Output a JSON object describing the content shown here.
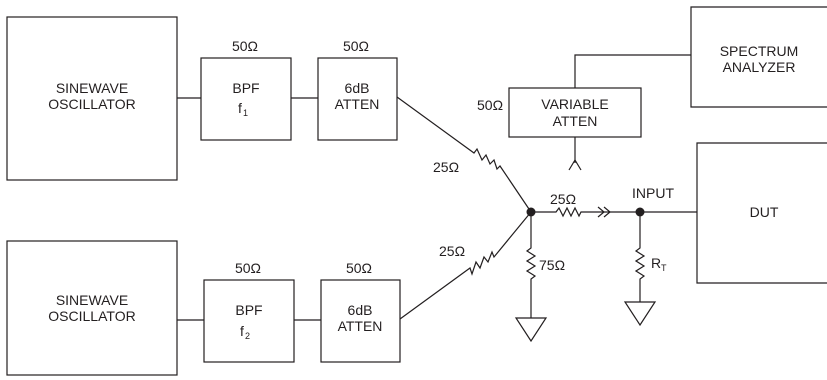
{
  "osc_top": {
    "line1": "SINEWAVE",
    "line2": "OSCILLATOR"
  },
  "osc_bottom": {
    "line1": "SINEWAVE",
    "line2": "OSCILLATOR"
  },
  "bpf_top": {
    "impedance": "50Ω",
    "label": "BPF",
    "freq": "f",
    "freq_sub": "1"
  },
  "bpf_bottom": {
    "impedance": "50Ω",
    "label": "BPF",
    "freq": "f",
    "freq_sub": "2"
  },
  "atten_top": {
    "impedance": "50Ω",
    "line1": "6dB",
    "line2": "ATTEN"
  },
  "atten_bottom": {
    "impedance": "50Ω",
    "line1": "6dB",
    "line2": "ATTEN"
  },
  "variable_atten": {
    "impedance": "50Ω",
    "line1": "VARIABLE",
    "line2": "ATTEN"
  },
  "spectrum_analyzer": {
    "line1": "SPECTRUM",
    "line2": "ANALYZER"
  },
  "dut": {
    "label": "DUT"
  },
  "resistors": {
    "r_top": "25Ω",
    "r_bottom": "25Ω",
    "r_series": "25Ω",
    "r_shunt": "75Ω",
    "rt": "R",
    "rt_sub": "T"
  },
  "input_label": "INPUT"
}
